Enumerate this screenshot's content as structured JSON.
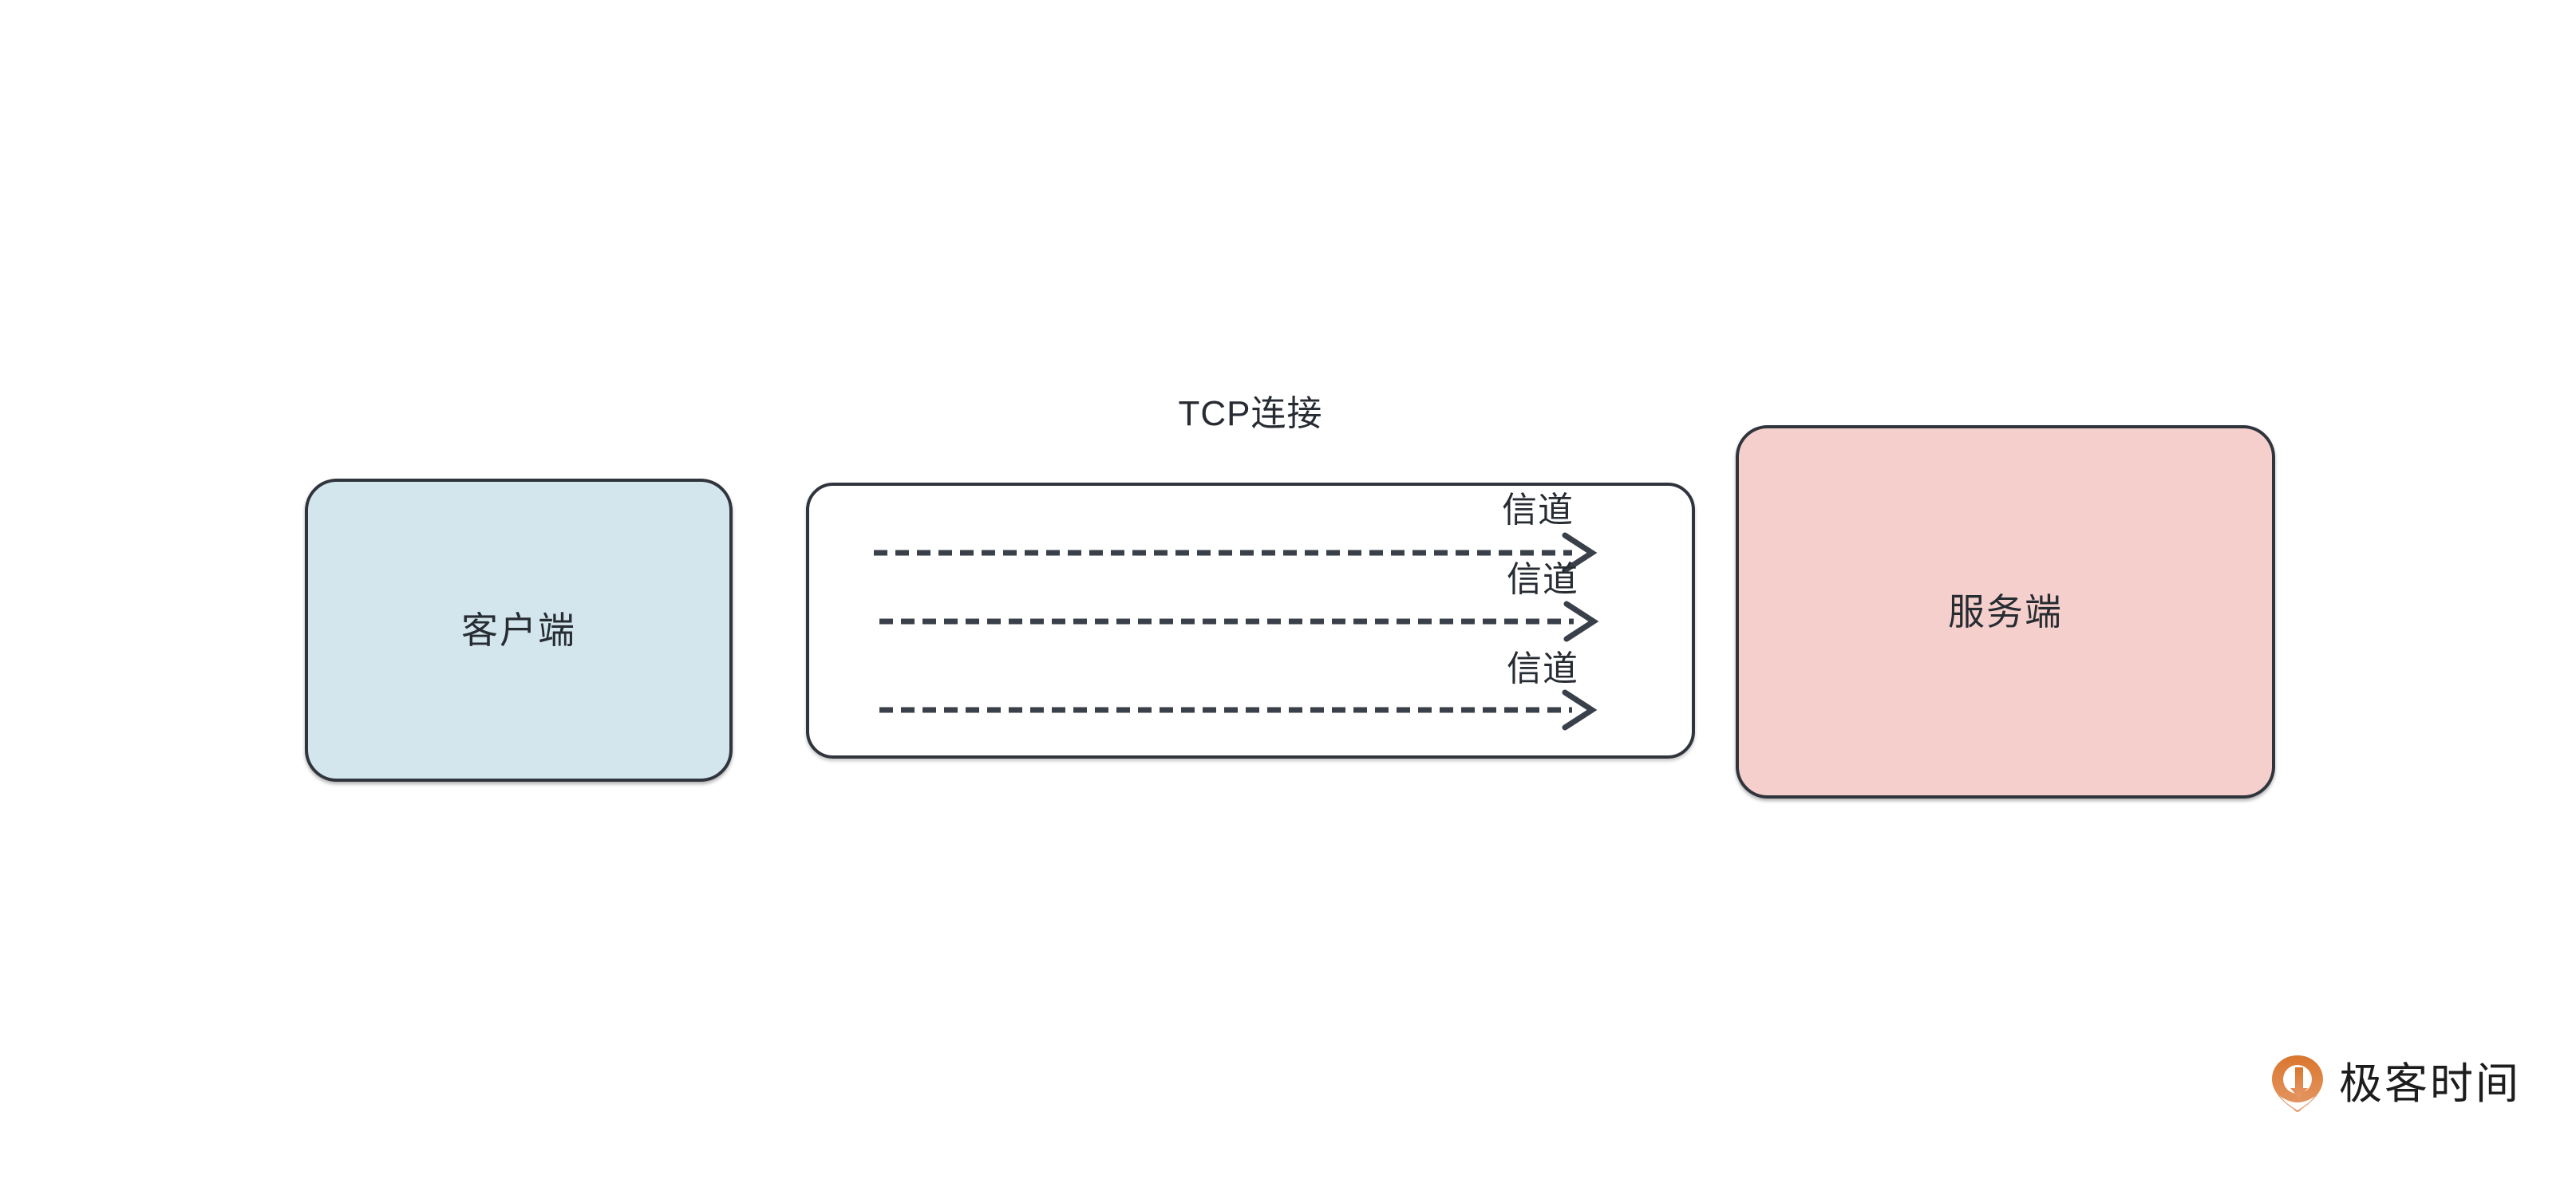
{
  "diagram": {
    "title": "TCP连接",
    "client": {
      "label": "客户端",
      "fill": "#d4e6ed",
      "stroke": "#30353d"
    },
    "server": {
      "label": "服务端",
      "fill": "#f5cfcb",
      "stroke": "#30353d"
    },
    "tcp_connection": {
      "label": "TCP连接",
      "fill": "#ffffff",
      "stroke": "#30353d",
      "channels": [
        {
          "label": "信道"
        },
        {
          "label": "信道"
        },
        {
          "label": "信道"
        }
      ]
    },
    "colors": {
      "line": "#3a4049",
      "text": "#272c33",
      "logo_orange": "#e8833a",
      "background": "#ffffff"
    }
  },
  "watermark": {
    "brand": "极客时间",
    "icon": "geektime-logo-icon"
  }
}
